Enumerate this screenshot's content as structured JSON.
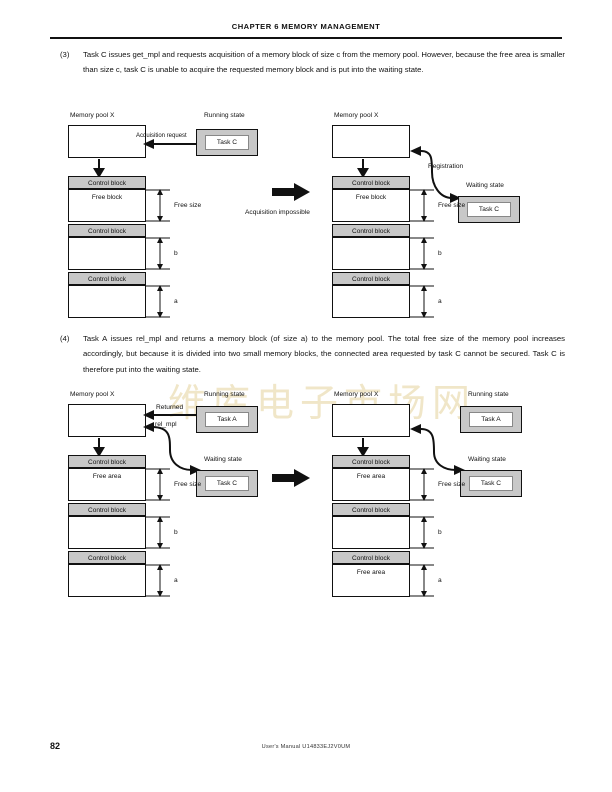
{
  "header": {
    "chapter": "CHAPTER  6   MEMORY  MANAGEMENT"
  },
  "footer": {
    "page_number": "82",
    "manual": "User's Manual  U14833EJ2V0UM"
  },
  "watermark": {
    "text": "维库电子市场网"
  },
  "paragraphs": [
    {
      "number": "(3)",
      "text": "Task C issues get_mpl and requests acquisition of a memory block of size c from the memory pool.  However, because the free area is smaller than size c, task C is unable to acquire the requested memory block and is put into the waiting state."
    },
    {
      "number": "(4)",
      "text": "Task A issues rel_mpl and returns a memory block (of size a) to the memory pool.  The total free size of the memory pool increases accordingly, but because it is divided into two small memory blocks, the connected area requested by task C cannot be secured.  Task C is therefore put into the waiting state."
    }
  ],
  "figure3": {
    "transition_label": "Acquisition impossible",
    "left": {
      "pool_caption": "Memory pool X",
      "state_caption": "Running state",
      "task_label": "Task C",
      "arrow_label": "Acquisition request",
      "free_size_label": "Free size",
      "size_b_label": "b",
      "size_a_label": "a",
      "blocks": [
        {
          "control": "Control block",
          "body": "Free block"
        },
        {
          "control": "Control block",
          "body": ""
        },
        {
          "control": "Control block",
          "body": ""
        }
      ]
    },
    "right": {
      "pool_caption": "Memory pool X",
      "state_caption": "Waiting state",
      "task_label": "Task C",
      "arrow_label": "Registration",
      "free_size_label": "Free size",
      "size_b_label": "b",
      "size_a_label": "a",
      "blocks": [
        {
          "control": "Control block",
          "body": "Free block"
        },
        {
          "control": "Control block",
          "body": ""
        },
        {
          "control": "Control block",
          "body": ""
        }
      ]
    }
  },
  "figure4": {
    "left": {
      "pool_caption": "Memory pool X",
      "running_caption": "Running state",
      "running_task": "Task A",
      "waiting_caption": "Waiting state",
      "waiting_task": "Task C",
      "arrow_label_1": "Returned",
      "arrow_label_2": "rel_mpl",
      "free_size_label": "Free size",
      "size_b_label": "b",
      "size_a_label": "a",
      "blocks": [
        {
          "control": "Control block",
          "body": "Free area"
        },
        {
          "control": "Control block",
          "body": ""
        },
        {
          "control": "Control block",
          "body": ""
        }
      ]
    },
    "right": {
      "pool_caption": "Memory pool X",
      "running_caption": "Running state",
      "running_task": "Task A",
      "waiting_caption": "Waiting state",
      "waiting_task": "Task C",
      "free_size_label": "Free size",
      "size_b_label": "b",
      "size_a_label": "a",
      "blocks": [
        {
          "control": "Control block",
          "body": "Free area"
        },
        {
          "control": "Control block",
          "body": ""
        },
        {
          "control": "Control block",
          "body": "Free area"
        }
      ]
    }
  }
}
